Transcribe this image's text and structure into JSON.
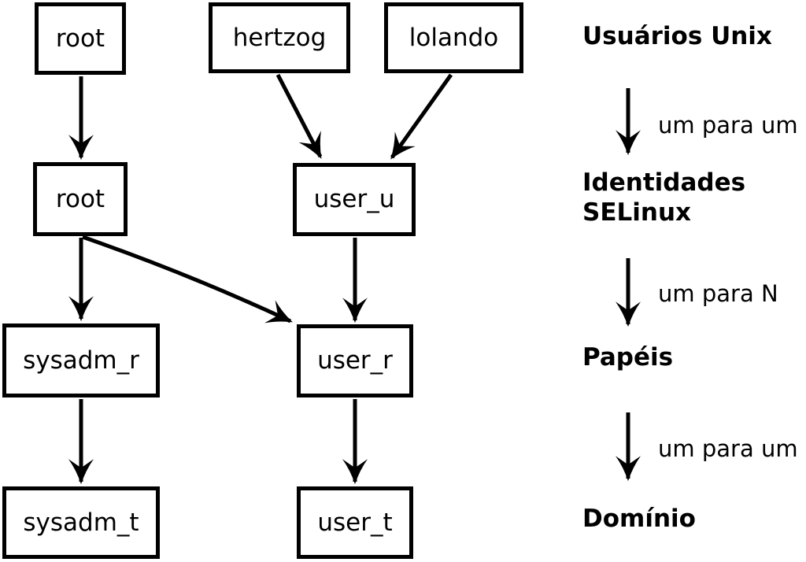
{
  "diagram": {
    "colors": {
      "foreground": "#000000",
      "background": "#ffffff"
    },
    "nodes": {
      "unix_root": {
        "label": "root"
      },
      "unix_hertzog": {
        "label": "hertzog"
      },
      "unix_lolando": {
        "label": "lolando"
      },
      "selinux_root": {
        "label": "root"
      },
      "selinux_user_u": {
        "label": "user_u"
      },
      "role_sysadm_r": {
        "label": "sysadm_r"
      },
      "role_user_r": {
        "label": "user_r"
      },
      "domain_sysadm_t": {
        "label": "sysadm_t"
      },
      "domain_user_t": {
        "label": "user_t"
      }
    },
    "edges": [
      {
        "from": "unix_root",
        "to": "selinux_root"
      },
      {
        "from": "unix_hertzog",
        "to": "selinux_user_u"
      },
      {
        "from": "unix_lolando",
        "to": "selinux_user_u"
      },
      {
        "from": "selinux_root",
        "to": "role_sysadm_r"
      },
      {
        "from": "selinux_root",
        "to": "role_user_r"
      },
      {
        "from": "selinux_user_u",
        "to": "role_user_r"
      },
      {
        "from": "role_sysadm_r",
        "to": "domain_sysadm_t"
      },
      {
        "from": "role_user_r",
        "to": "domain_user_t"
      }
    ],
    "legend": {
      "level_unix_users": "Usuários Unix",
      "relation_unix_to_identity": "um para um",
      "level_identities_line1": "Identidades",
      "level_identities_line2": "SELinux",
      "relation_identity_to_roles": "um para N",
      "level_roles": "Papéis",
      "relation_roles_to_domain": "um para um",
      "level_domain": "Domínio"
    }
  }
}
